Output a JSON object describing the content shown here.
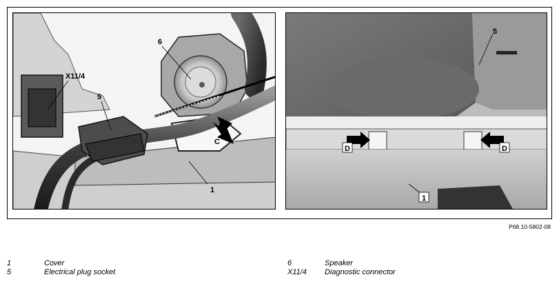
{
  "figure": {
    "callouts_left": [
      "6",
      "X11/4",
      "5",
      "C",
      "1"
    ],
    "callouts_right": [
      "5",
      "D",
      "D",
      "1"
    ],
    "reference_code": "P68.10-5802-08"
  },
  "legend": {
    "left": [
      {
        "num": "1",
        "text": "Cover"
      },
      {
        "num": "5",
        "text": "Electrical plug socket"
      }
    ],
    "right": [
      {
        "num": "6",
        "text": "Speaker"
      },
      {
        "num": "X11/4",
        "text": "Diagnostic connector"
      }
    ]
  }
}
